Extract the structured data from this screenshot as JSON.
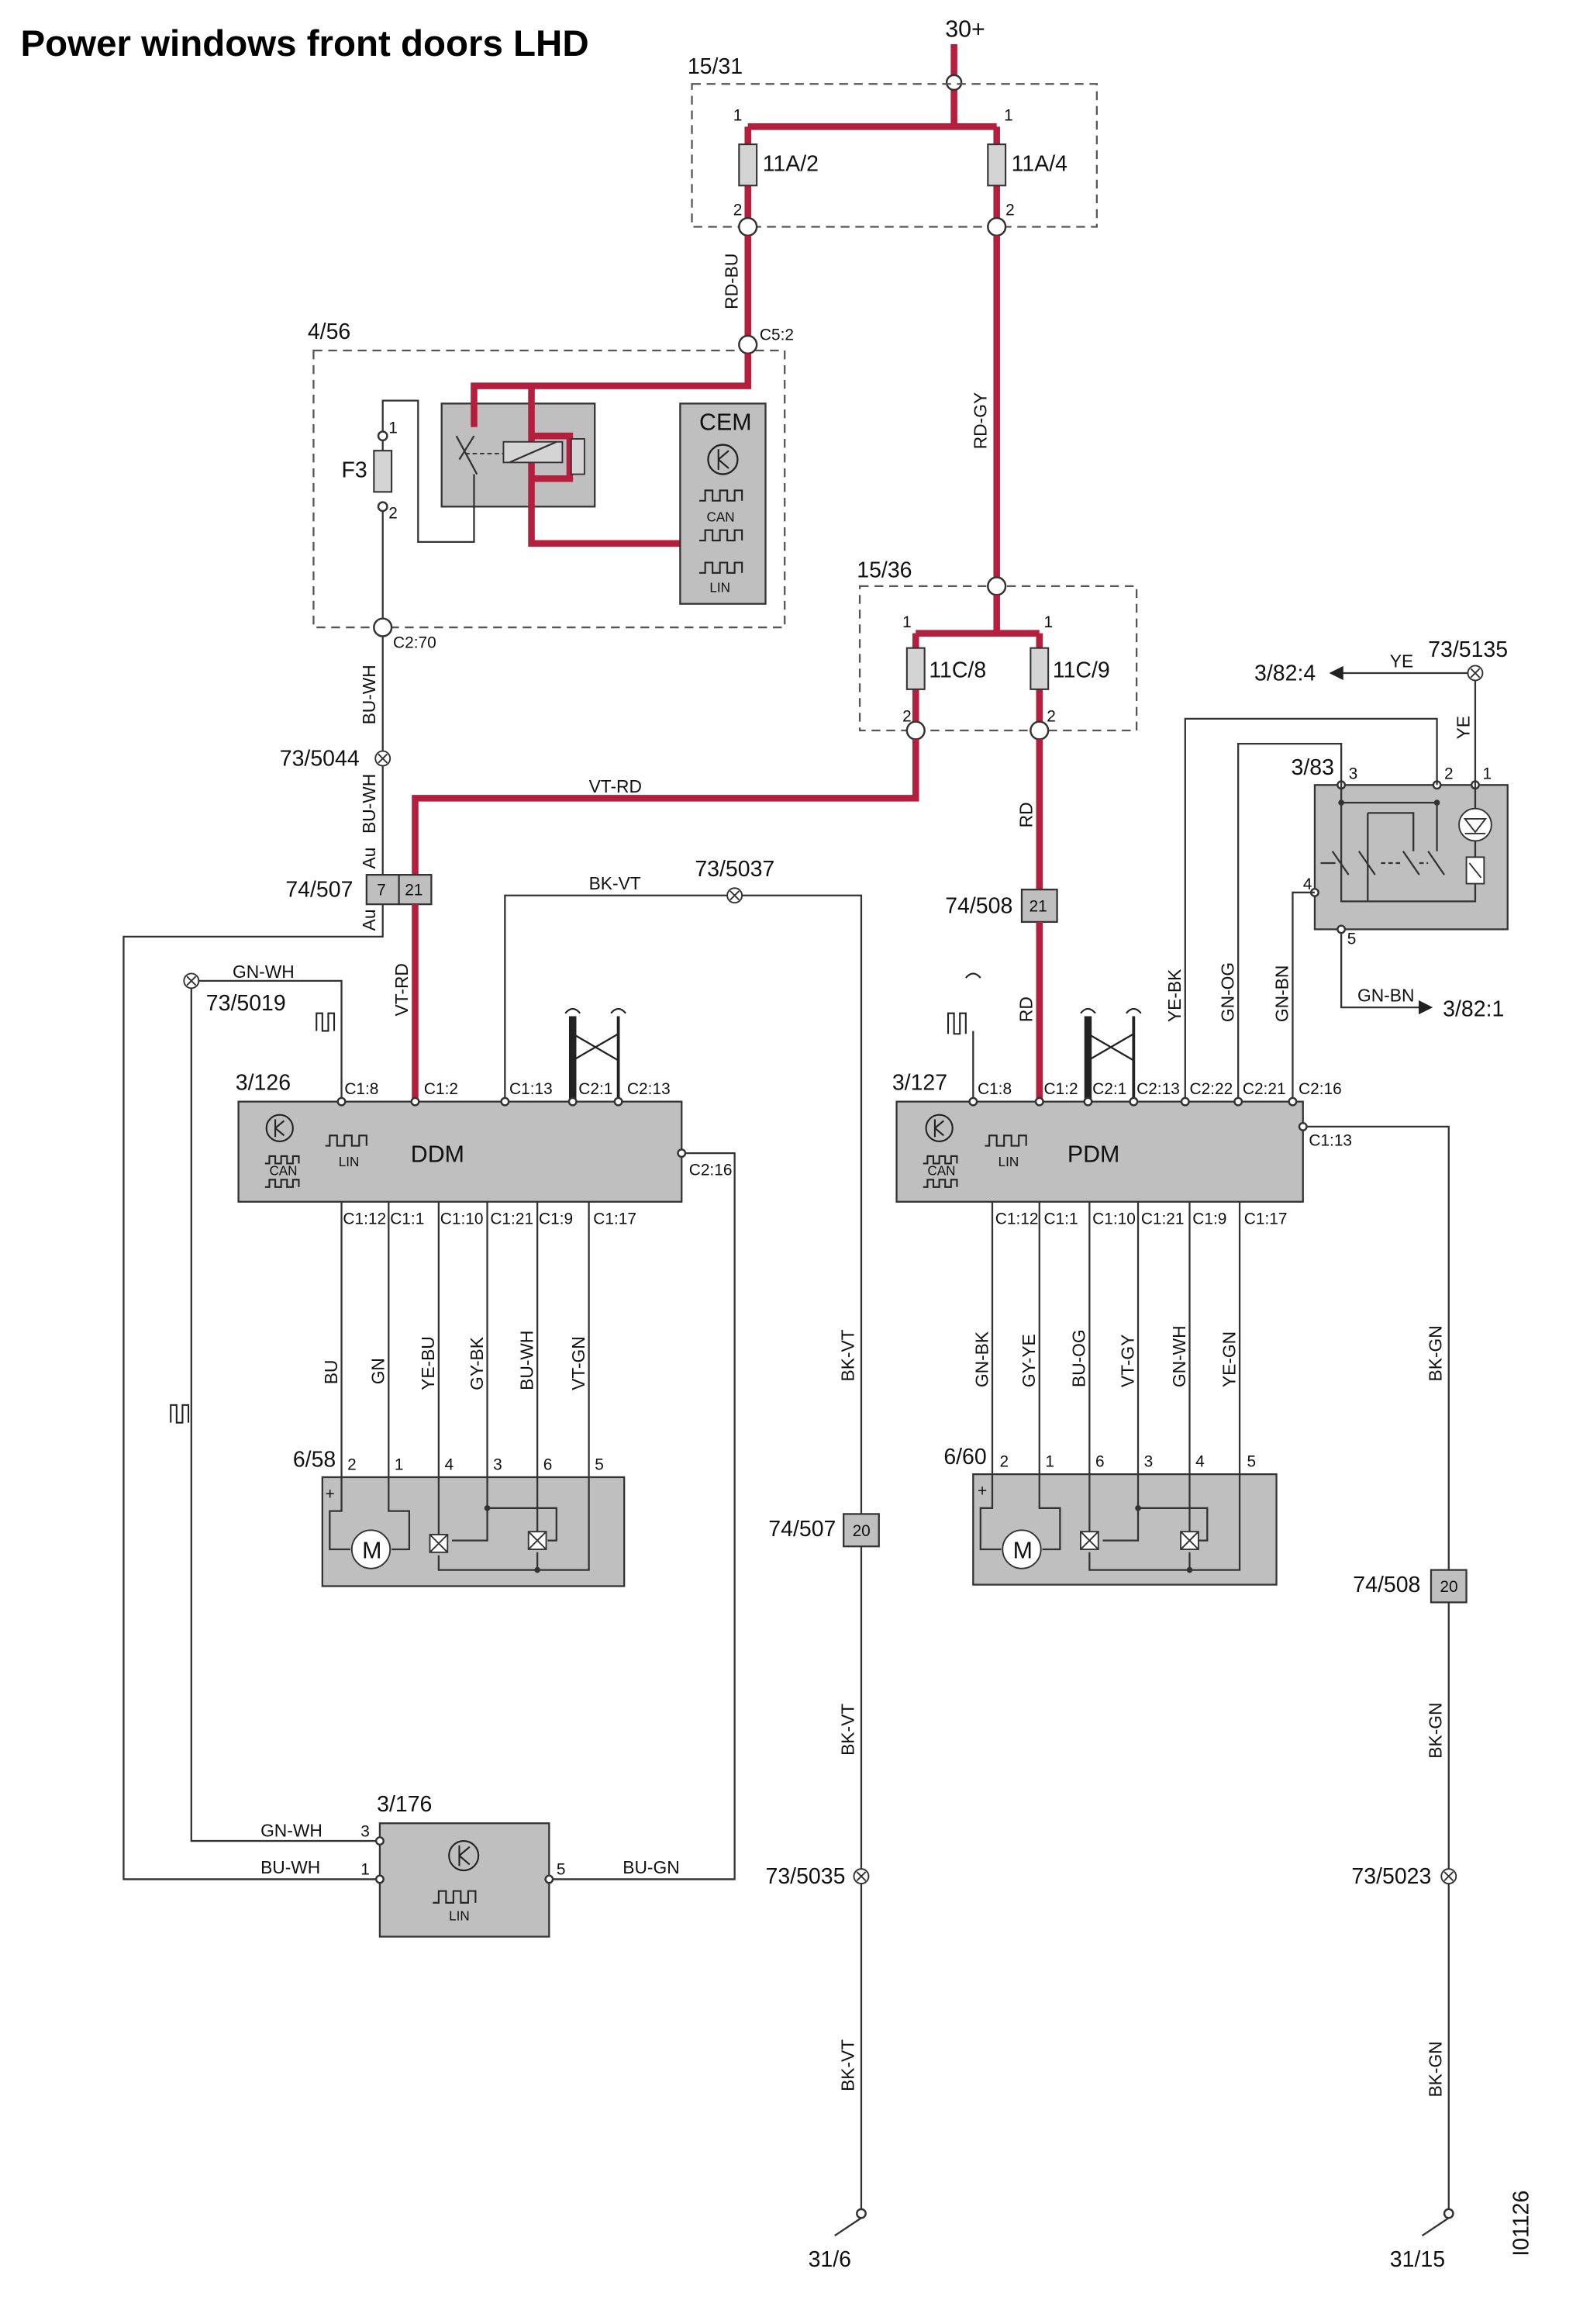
{
  "title": "Power windows front doors LHD",
  "document_id": "I01126",
  "supply": {
    "label": "30+"
  },
  "fuse_box_1": {
    "ref": "15/31",
    "fuses": [
      {
        "name": "11A/2",
        "pin_top": "1",
        "pin_bottom": "2"
      },
      {
        "name": "11A/4",
        "pin_top": "1",
        "pin_bottom": "2"
      }
    ]
  },
  "fuse_box_2": {
    "ref": "15/36",
    "fuses": [
      {
        "name": "11C/8",
        "pin_top": "1",
        "pin_bottom": "2"
      },
      {
        "name": "11C/9",
        "pin_top": "1",
        "pin_bottom": "2"
      }
    ]
  },
  "cem": {
    "ref": "4/56",
    "name": "CEM",
    "fuse": "F3",
    "fuse_pin_top": "1",
    "fuse_pin_bottom": "2",
    "connector_in": "C5:2",
    "connector_out": "C2:70",
    "can": "CAN",
    "lin": "LIN"
  },
  "wires": {
    "rd_bu": "RD-BU",
    "rd_gy": "RD-GY",
    "vt_rd": "VT-RD",
    "rd": "RD",
    "bu_wh": "BU-WH",
    "au": "Au",
    "bk_vt": "BK-VT",
    "gn_wh": "GN-WH",
    "bu_gn": "BU-GN",
    "ye": "YE",
    "ye_bk": "YE-BK",
    "gn_og": "GN-OG",
    "gn_bn": "GN-BN",
    "bk_gn": "BK-GN"
  },
  "splices": {
    "s5044": "73/5044",
    "s5037": "73/5037",
    "s5019": "73/5019",
    "s5135": "73/5135",
    "s5035": "73/5035",
    "s5023": "73/5023"
  },
  "connectors": {
    "c507": "74/507",
    "c508": "74/508",
    "c507_pin_a": "7",
    "c507_pin_b": "21",
    "c508_pin": "21",
    "c507_low_pin": "20",
    "c508_low_pin": "20"
  },
  "ddm": {
    "ref": "3/126",
    "name": "DDM",
    "lin": "LIN",
    "can": "CAN",
    "top_pins": [
      "C1:8",
      "C1:2",
      "C1:13",
      "C2:1",
      "C2:13"
    ],
    "side_pin": "C2:16",
    "bottom_pins": [
      "C1:12",
      "C1:1",
      "C1:10",
      "C1:21",
      "C1:9",
      "C1:17"
    ],
    "bottom_wires": [
      "BU",
      "GN",
      "YE-BU",
      "GY-BK",
      "BU-WH",
      "VT-GN"
    ]
  },
  "pdm": {
    "ref": "3/127",
    "name": "PDM",
    "lin": "LIN",
    "can": "CAN",
    "top_pins": [
      "C1:8",
      "C1:2",
      "C2:1",
      "C2:13",
      "C2:22",
      "C2:21",
      "C2:16"
    ],
    "side_pin": "C1:13",
    "bottom_pins": [
      "C1:12",
      "C1:1",
      "C1:10",
      "C1:21",
      "C1:9",
      "C1:17"
    ],
    "bottom_wires": [
      "GN-BK",
      "GY-YE",
      "BU-OG",
      "VT-GY",
      "GN-WH",
      "YE-GN"
    ]
  },
  "motor_left": {
    "ref": "6/58",
    "pins": [
      "2",
      "1",
      "4",
      "3",
      "6",
      "5"
    ],
    "motor": "M",
    "plus": "+"
  },
  "motor_right": {
    "ref": "6/60",
    "pins": [
      "2",
      "1",
      "6",
      "3",
      "4",
      "5"
    ],
    "motor": "M",
    "plus": "+"
  },
  "switch_module": {
    "ref": "3/83",
    "pins": {
      "p1": "1",
      "p2": "2",
      "p3": "3",
      "p4": "4",
      "p5": "5"
    }
  },
  "refs": {
    "r3_82_4": "3/82:4",
    "r3_82_1": "3/82:1"
  },
  "lin_module": {
    "ref": "3/176",
    "lin": "LIN",
    "pin3": "3",
    "pin1": "1",
    "pin5": "5"
  },
  "grounds": {
    "g1": "31/6",
    "g2": "31/15"
  }
}
